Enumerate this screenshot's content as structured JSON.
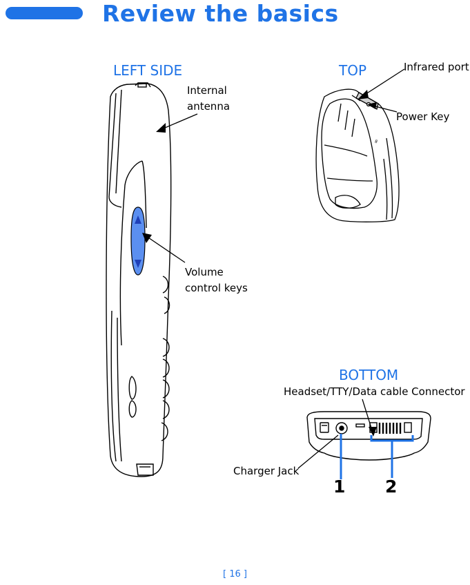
{
  "page": {
    "title": "Review the basics",
    "page_number": "[ 16 ]"
  },
  "sections": {
    "left_side": "LEFT SIDE",
    "top": "TOP",
    "bottom": "BOTTOM"
  },
  "labels": {
    "internal_antenna_1": "Internal",
    "internal_antenna_2": "antenna",
    "volume_1": "Volume",
    "volume_2": "control keys",
    "infrared_port": "Infrared port",
    "power_key": "Power Key",
    "headset": "Headset/TTY/Data cable Connector",
    "charger_jack": "Charger Jack",
    "callout_1": "1",
    "callout_2": "2"
  },
  "colors": {
    "accent": "#1f73e6",
    "volume_key": "#5b8ff0"
  },
  "icons": {
    "volume_up": "up-triangle",
    "volume_down": "down-triangle"
  }
}
